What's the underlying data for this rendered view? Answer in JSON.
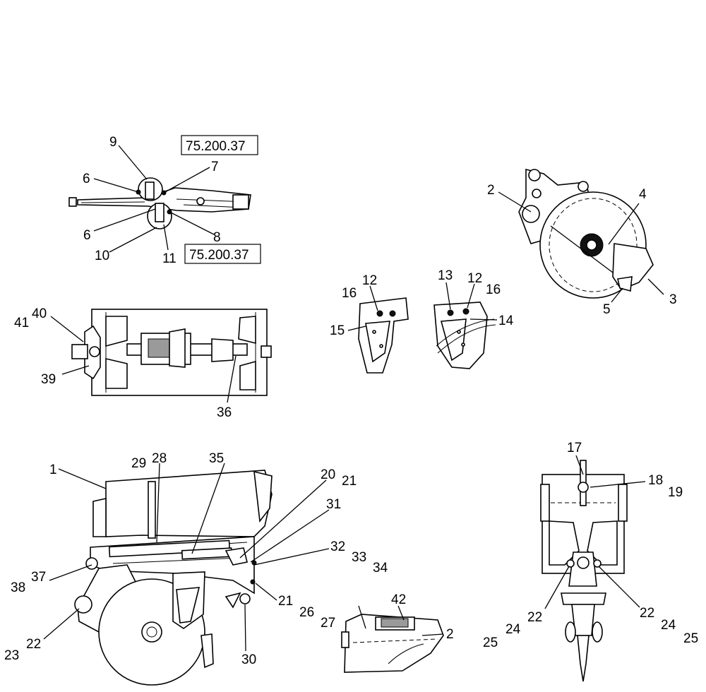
{
  "references": [
    "75.200.37",
    "75.200.37"
  ],
  "callouts": {
    "c1": "1",
    "c2a": "2",
    "c2b": "2",
    "c3": "3",
    "c4": "4",
    "c5": "5",
    "c6a": "6",
    "c6b": "6",
    "c7": "7",
    "c8": "8",
    "c9": "9",
    "c10": "10",
    "c11": "11",
    "c12a": "12",
    "c12b": "12",
    "c13": "13",
    "c14": "14",
    "c15": "15",
    "c16a": "16",
    "c16b": "16",
    "c17": "17",
    "c18": "18",
    "c19": "19",
    "c20": "20",
    "c21a": "21",
    "c21b": "21",
    "c22a": "22",
    "c22b": "22",
    "c22c": "22",
    "c23": "23",
    "c24a": "24",
    "c24b": "24",
    "c25a": "25",
    "c25b": "25",
    "c26": "26",
    "c27": "27",
    "c28": "28",
    "c29": "29",
    "c30": "30",
    "c31": "31",
    "c32": "32",
    "c33": "33",
    "c34": "34",
    "c35": "35",
    "c36": "36",
    "c37": "37",
    "c38": "38",
    "c39": "39",
    "c40": "40",
    "c41": "41",
    "c42": "42"
  }
}
